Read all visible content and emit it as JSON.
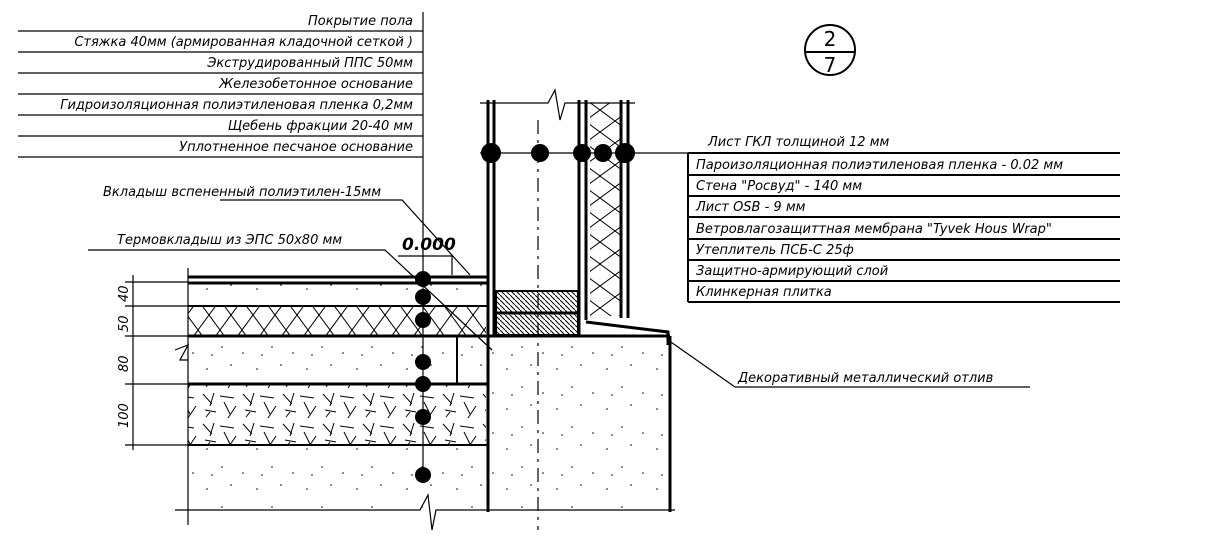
{
  "floor_layers": [
    "Покрытие пола",
    "Стяжка 40мм (армированная кладочной сеткой )",
    "Экструдированный ППС 50мм",
    "Железобетонное основание",
    "Гидроизоляционная полиэтиленовая пленка  0,2мм",
    "Щебень фракции 20-40 мм",
    "Уплотненное песчаное основание"
  ],
  "callouts": {
    "insert_pe": "Вкладыш вспененный полиэтилен-15мм",
    "thermal_insert": "Термовкладыш из ЭПС 50х80 мм",
    "elevation": "0.000",
    "drip": "Декоративный металлический отлив"
  },
  "wall_title": "Лист ГКЛ толщиной 12 мм",
  "wall_layers": [
    "Пароизоляционная полиэтиленовая пленка  - 0.02 мм",
    "Стена \"Росвуд\" - 140 мм",
    "Лист OSB - 9 мм",
    "Ветровлагозащиттная мембрана  \"Tyvek Hous Wrap\"",
    "Утеплитель ПСБ-С 25ф",
    "Защитно-армирующий слой",
    "Клинкерная плитка"
  ],
  "dimensions": [
    "40",
    "50",
    "80",
    "100"
  ],
  "section_marker": {
    "number": "2",
    "sheet": "7"
  }
}
